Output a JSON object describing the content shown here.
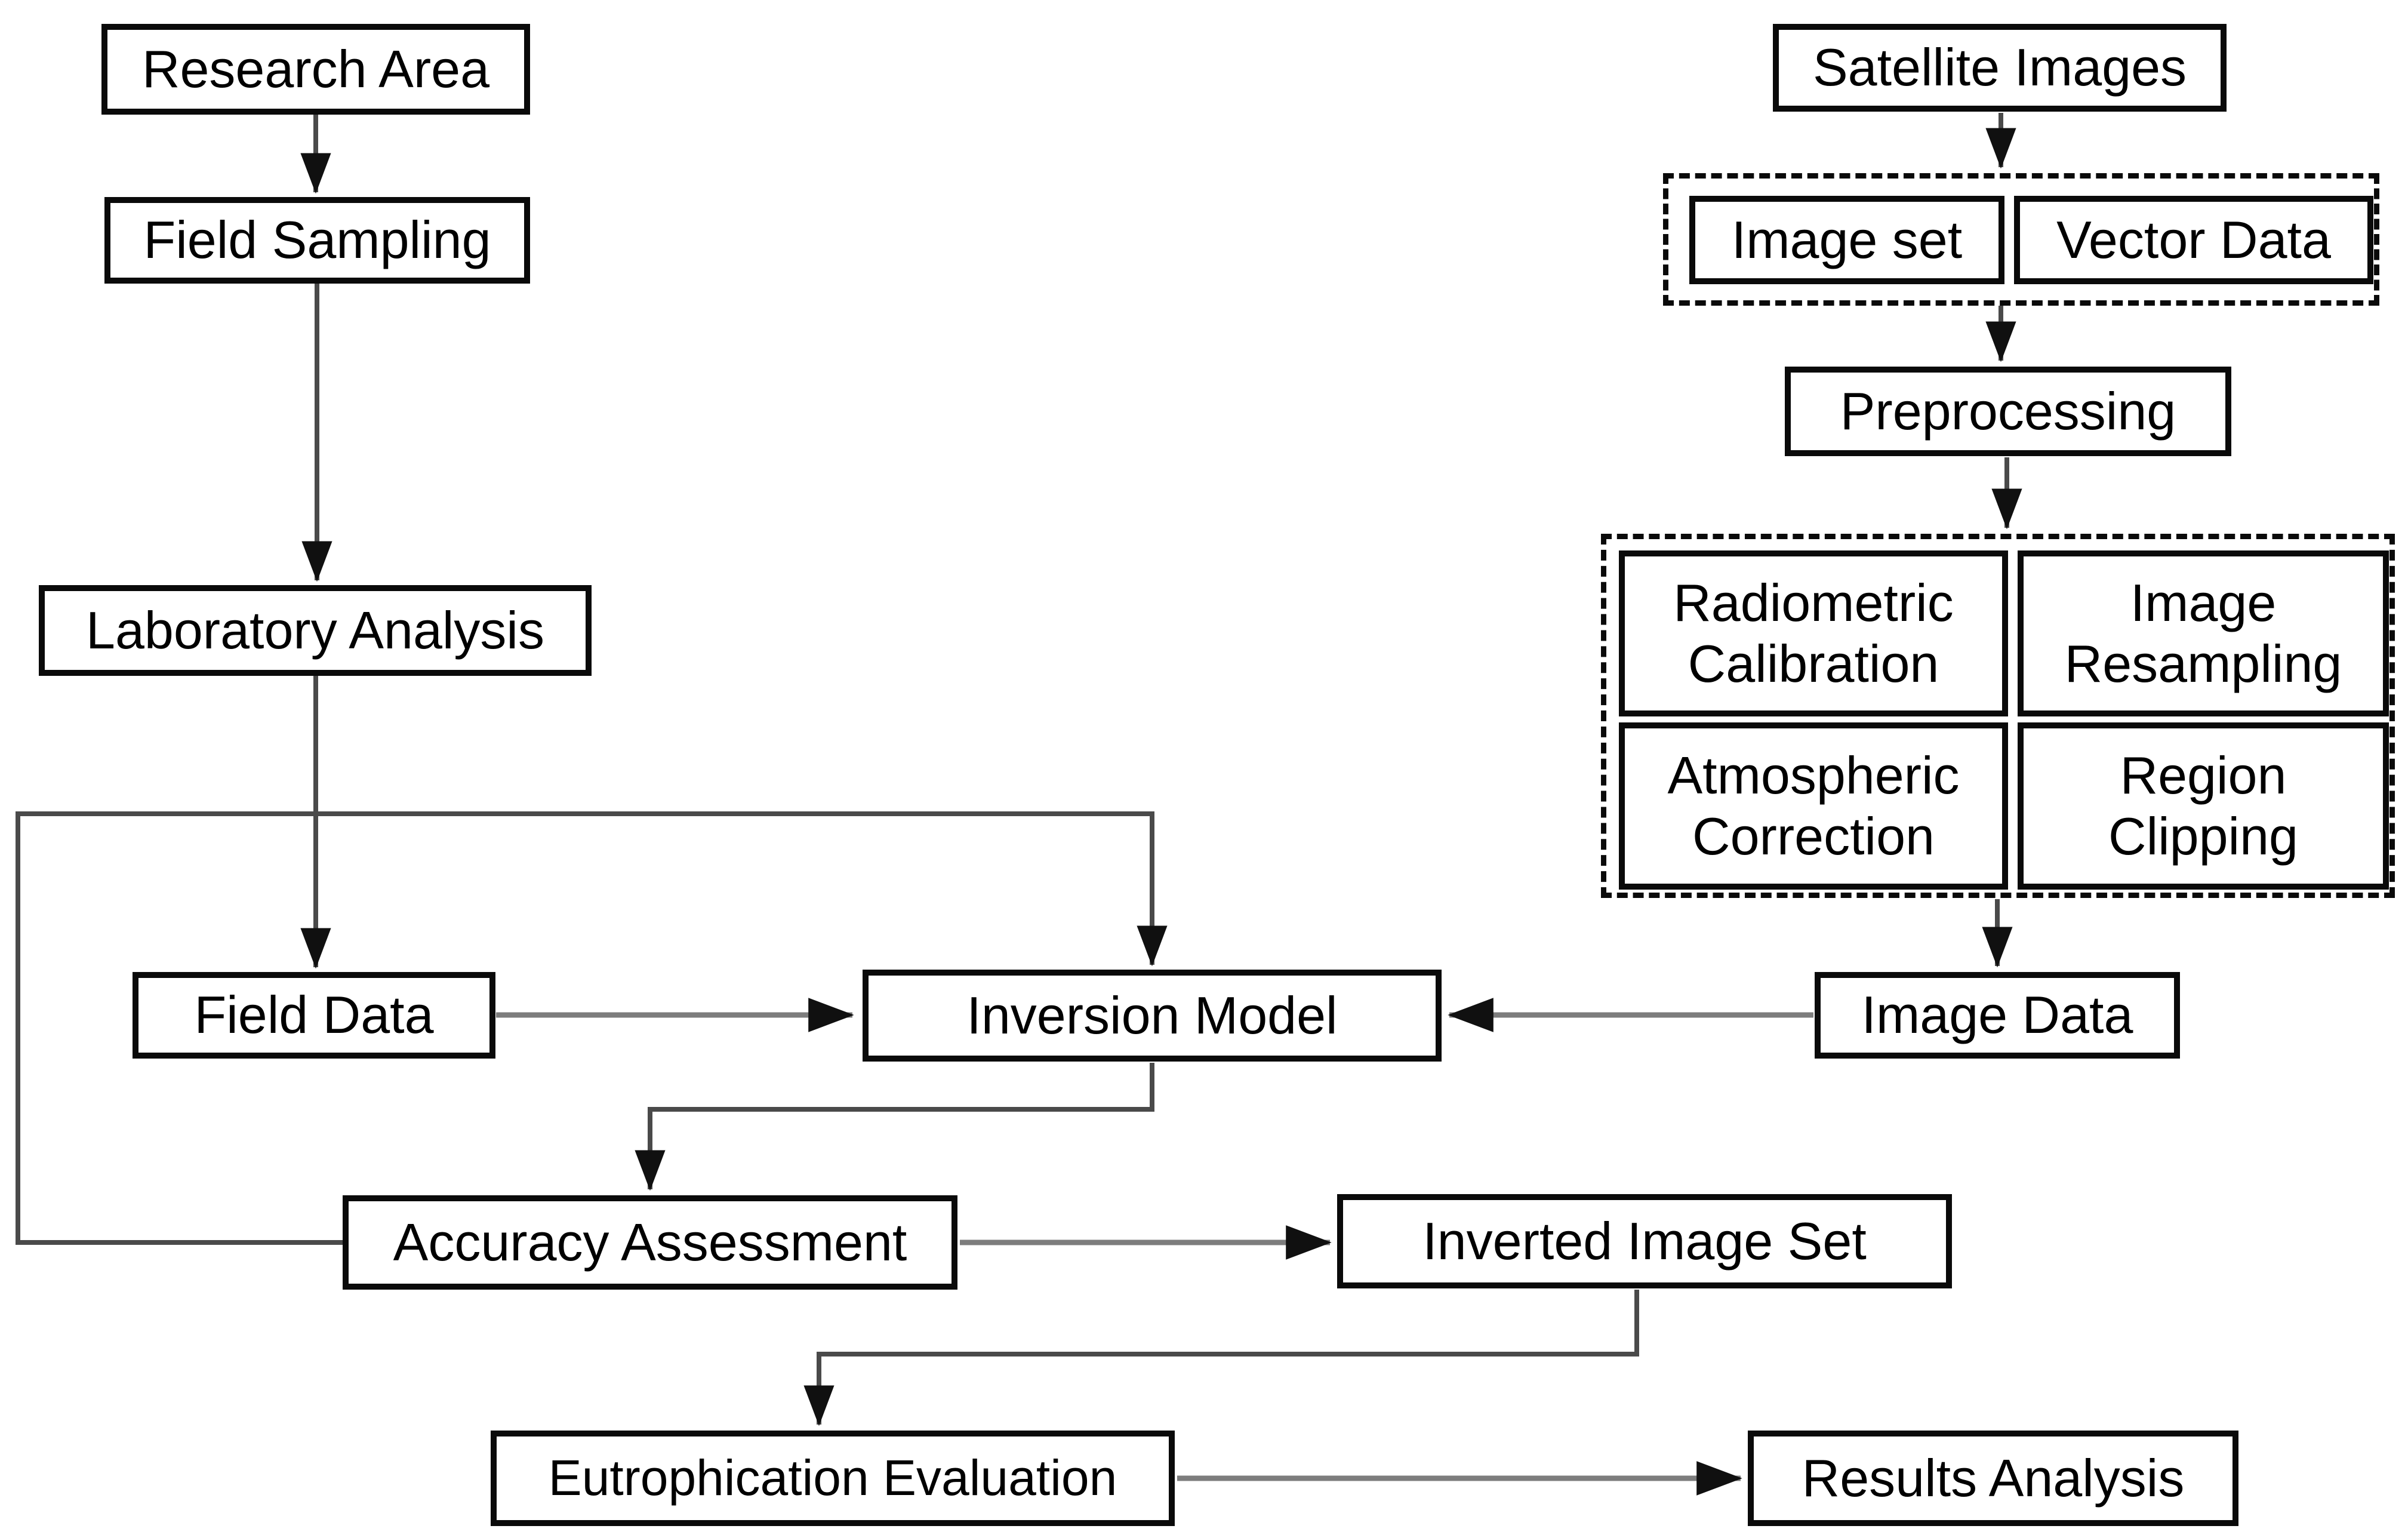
{
  "diagram": {
    "title": "Workflow flowchart",
    "colors": {
      "background": "#ffffff",
      "box_border": "#0a0a0a",
      "text": "#000000",
      "line_dark": "#4a4a4a",
      "line_gray": "#7d7d7d",
      "arrowhead": "#101010"
    },
    "nodes": {
      "research_area": {
        "label": "Research Area"
      },
      "field_sampling": {
        "label": "Field Sampling"
      },
      "laboratory_analysis": {
        "label": "Laboratory Analysis"
      },
      "field_data": {
        "label": "Field Data"
      },
      "inversion_model": {
        "label": "Inversion Model"
      },
      "satellite_images": {
        "label": "Satellite Images"
      },
      "image_set": {
        "label": "Image set"
      },
      "vector_data": {
        "label": "Vector Data"
      },
      "preprocessing": {
        "label": "Preprocessing"
      },
      "radiometric_calibration": {
        "label": "Radiometric Calibration"
      },
      "image_resampling": {
        "label": "Image Resampling"
      },
      "atmospheric_correction": {
        "label": "Atmospheric Correction"
      },
      "region_clipping": {
        "label": "Region Clipping"
      },
      "image_data": {
        "label": "Image Data"
      },
      "accuracy_assessment": {
        "label": "Accuracy Assessment"
      },
      "inverted_image_set": {
        "label": "Inverted Image Set"
      },
      "eutrophication_evaluation": {
        "label": "Eutrophication Evaluation"
      },
      "results_analysis": {
        "label": "Results Analysis"
      }
    },
    "edges": [
      {
        "from": "Research Area",
        "to": "Field Sampling"
      },
      {
        "from": "Field Sampling",
        "to": "Laboratory Analysis"
      },
      {
        "from": "Laboratory Analysis",
        "to": "Field Data"
      },
      {
        "from": "Field Data",
        "to": "Inversion Model"
      },
      {
        "from": "Satellite Images",
        "to": "Image set + Vector Data group"
      },
      {
        "from": "Image set + Vector Data group",
        "to": "Preprocessing"
      },
      {
        "from": "Preprocessing",
        "to": "Preprocessing steps group"
      },
      {
        "from": "Preprocessing steps group",
        "to": "Image Data"
      },
      {
        "from": "Image Data",
        "to": "Inversion Model"
      },
      {
        "from": "Inversion Model",
        "to": "Accuracy Assessment"
      },
      {
        "from": "Accuracy Assessment",
        "to": "Inversion Model",
        "note": "feedback loop via left side"
      },
      {
        "from": "Accuracy Assessment",
        "to": "Inverted Image Set"
      },
      {
        "from": "Inverted Image Set",
        "to": "Eutrophication Evaluation"
      },
      {
        "from": "Eutrophication Evaluation",
        "to": "Results Analysis"
      }
    ]
  }
}
